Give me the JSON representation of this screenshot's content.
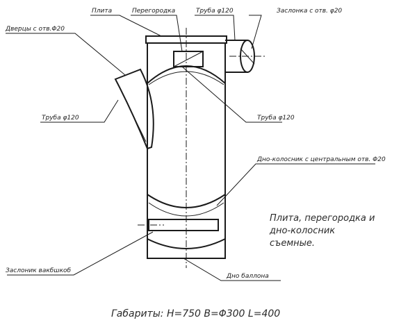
{
  "labels": {
    "plate": "Плита",
    "partition": "Перегородка",
    "pipe_top": "Труба φ120",
    "damper": "Заслонка с отв. φ20",
    "door": "Дверцы с отв.Φ20",
    "pipe_left": "Труба φ120",
    "pipe_center": "Труба φ120",
    "grate_bottom": "Дно-колосник с центральным отв. Φ20",
    "ash_damper": "Заслоник вакбшкоб",
    "tank_bottom": "Дно баллона"
  },
  "note": {
    "line1": "Плита, перегородка и",
    "line2": "дно-колосник",
    "line3": "съемные."
  },
  "dimensions": "Габариты: H=750 B=Φ300 L=400"
}
